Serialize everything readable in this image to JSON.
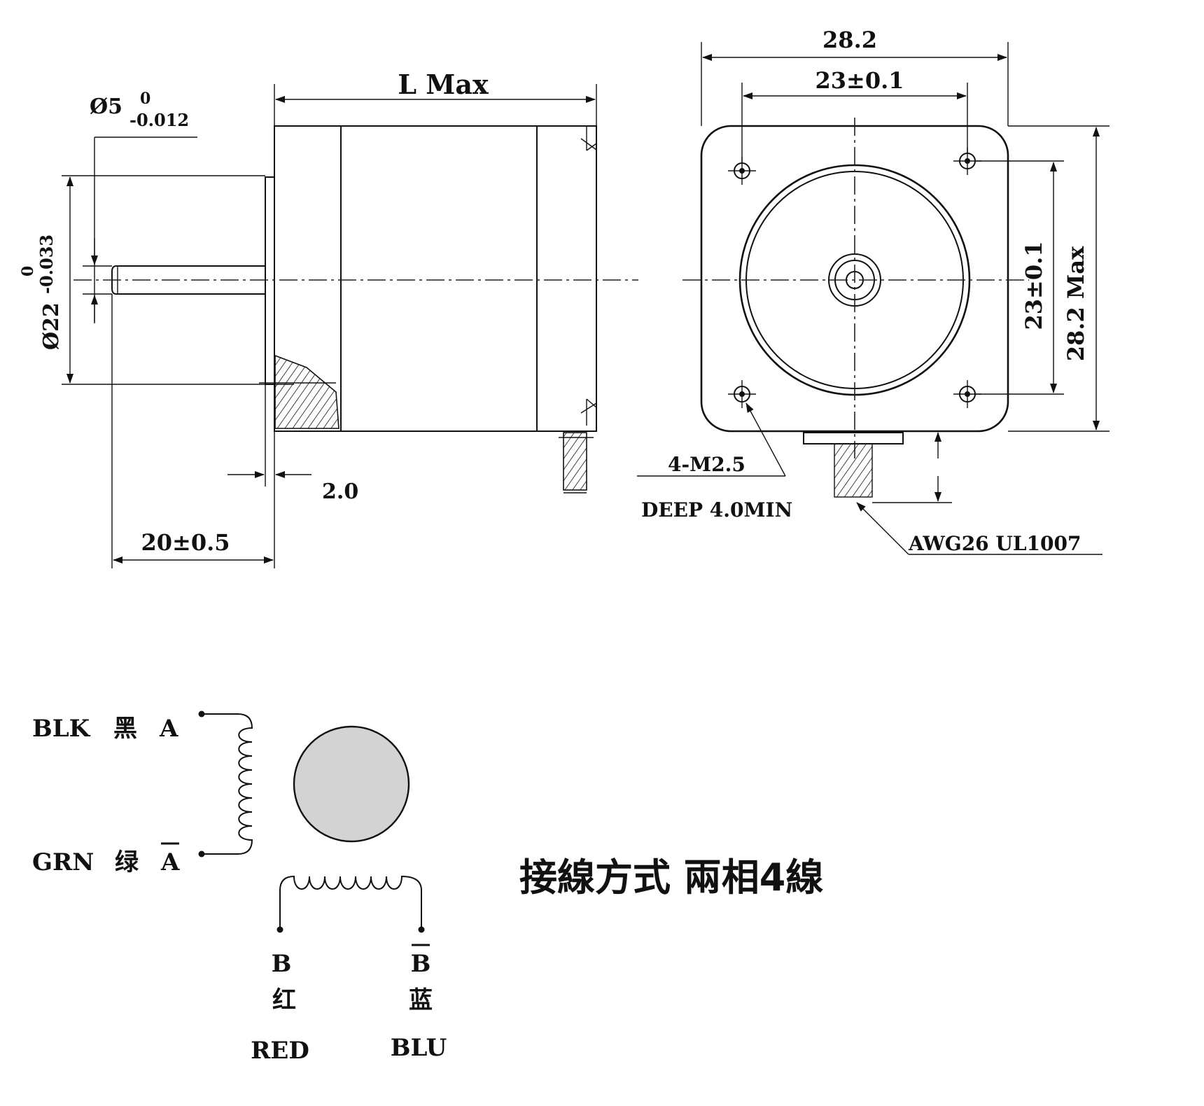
{
  "side_view": {
    "shaft_diameter": {
      "main": "Ø5",
      "upper_tol": "0",
      "lower_tol": "-0.012"
    },
    "boss_diameter": {
      "main": "Ø22",
      "upper_tol": "0",
      "lower_tol": "-0.033"
    },
    "body_length": "L Max",
    "boss_thickness": "2.0",
    "shaft_length": "20±0.5"
  },
  "front_view": {
    "width": "28.2",
    "hole_spacing_h": "23±0.1",
    "hole_spacing_v": "23±0.1",
    "height": "28.2 Max",
    "screw_holes": "4-M2.5",
    "hole_depth": "DEEP 4.0MIN",
    "lead_wire": "AWG26 UL1007"
  },
  "wiring": {
    "coil_a": {
      "start": {
        "color_en": "BLK",
        "color_cn": "黑",
        "phase": "A"
      },
      "end": {
        "color_en": "GRN",
        "color_cn": "绿",
        "phase": "A"
      }
    },
    "coil_b": {
      "start": {
        "phase": "B",
        "color_cn": "红",
        "color_en": "RED"
      },
      "end": {
        "phase": "B",
        "color_cn": "蓝",
        "color_en": "BLU"
      }
    },
    "caption": "接線方式 兩相4線"
  },
  "colors": {
    "ink": "#111111",
    "rotor_fill": "#d3d3d3"
  }
}
